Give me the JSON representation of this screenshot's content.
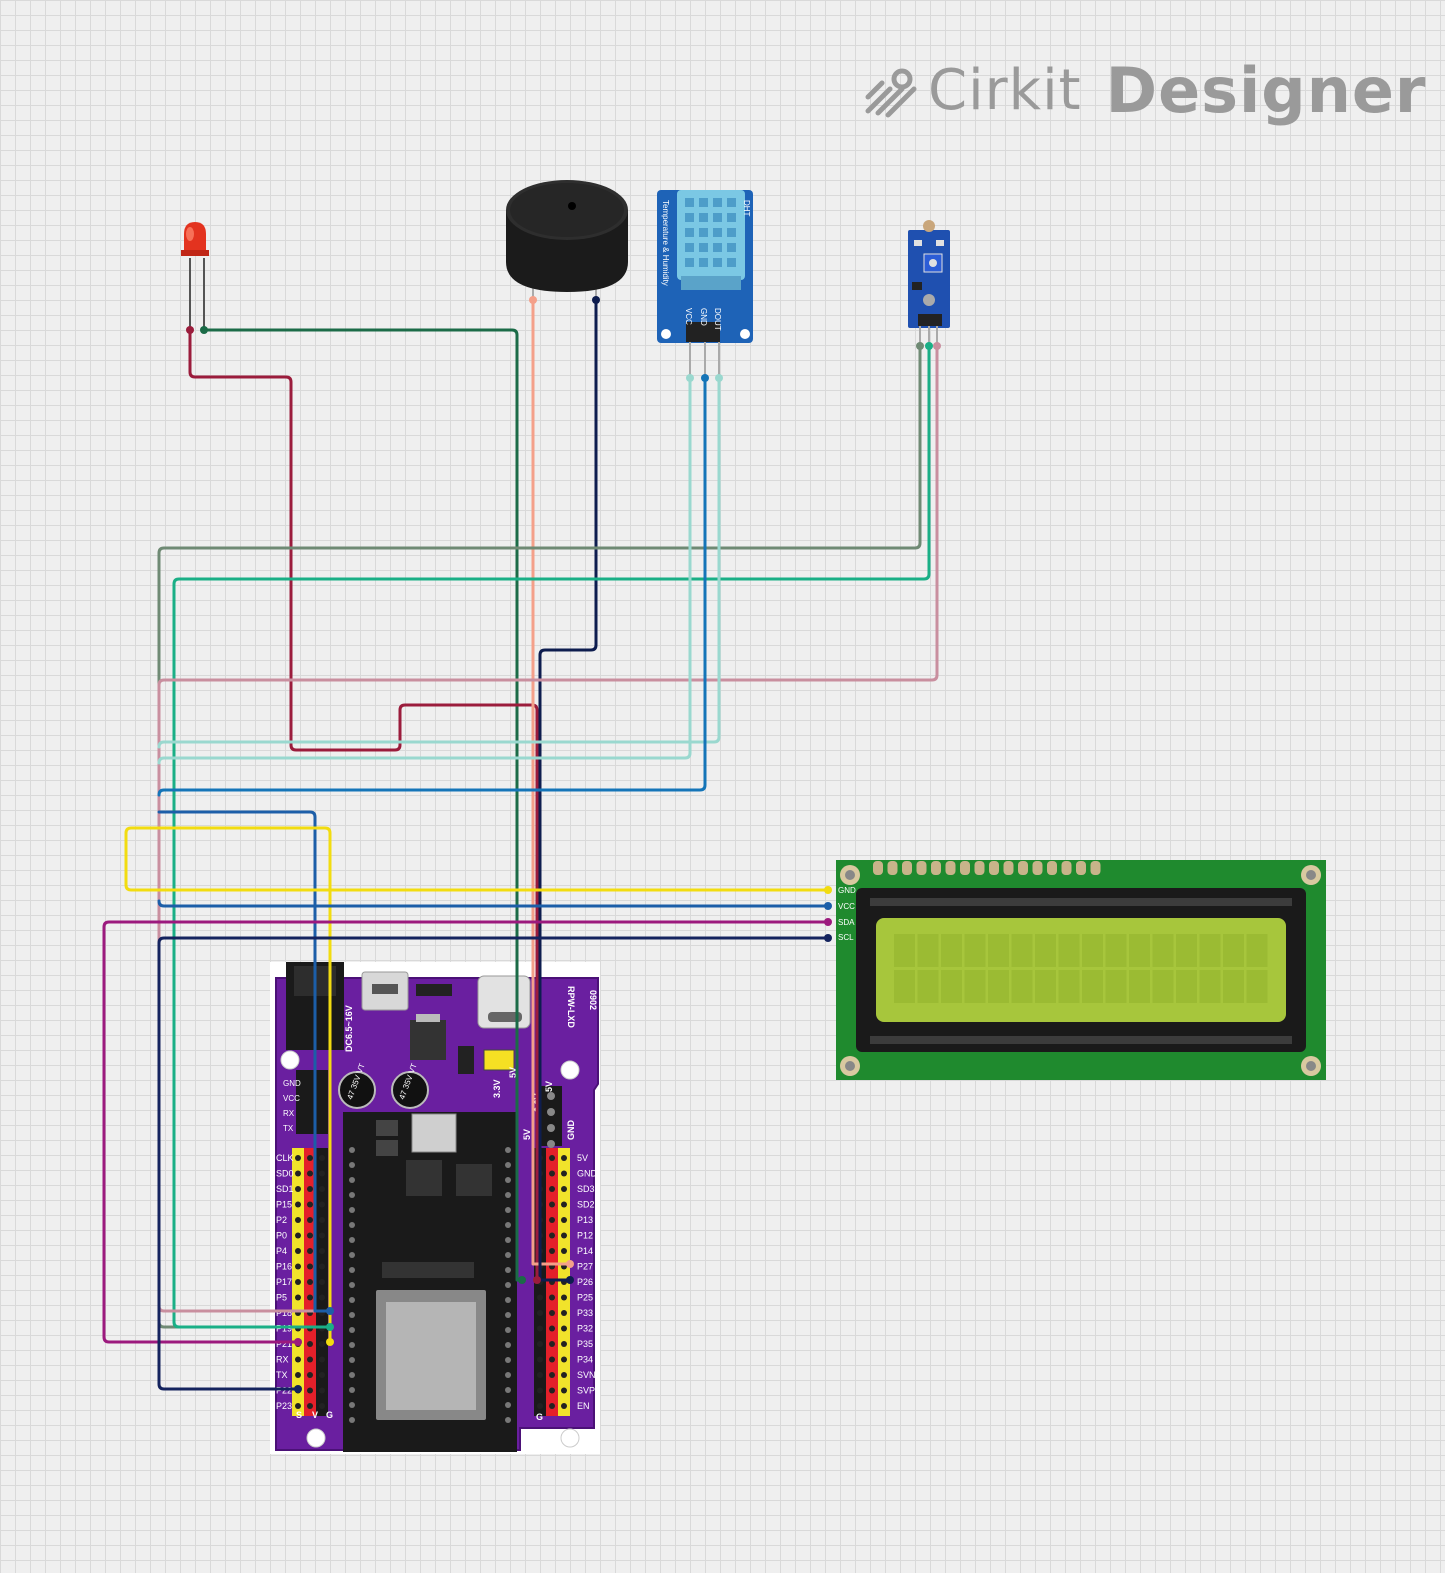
{
  "brand": {
    "name_part1": "Cirkit",
    "name_part2": "Designer",
    "icon": "cirkit-logo-icon"
  },
  "components": {
    "led": {
      "icon": "red-led-icon"
    },
    "buzzer": {
      "icon": "buzzer-icon"
    },
    "dht11": {
      "side_text": "Temperature & Humidity",
      "pins": [
        "VCC",
        "GND",
        "DOUT"
      ],
      "top_text": "DHT"
    },
    "ldr_module": {
      "icon": "light-sensor-module-icon"
    },
    "lcd": {
      "pins": [
        "GND",
        "VCC",
        "SDA",
        "SCL"
      ]
    },
    "esp32_board": {
      "power_text": "DC6.5~16V",
      "jumper_labels": [
        "3.3V",
        "5V"
      ],
      "header_labels": [
        "5V",
        "3.3V",
        "5V",
        "GND"
      ],
      "side_code": "0902",
      "side_name": "RPW-LXD",
      "cap_labels": [
        "47 35V VT",
        "47 35V VT"
      ],
      "uart_labels": [
        "GND",
        "VCC",
        "RX",
        "TX"
      ],
      "left_labels": [
        "CLK",
        "SD0",
        "SD1",
        "P15",
        "P2",
        "P0",
        "P4",
        "P16",
        "P17",
        "P5",
        "P18",
        "P19",
        "P21",
        "RX",
        "TX",
        "P22",
        "P23"
      ],
      "right_labels": [
        "5V",
        "GND",
        "SD3",
        "SD2",
        "P13",
        "P12",
        "P14",
        "P27",
        "P26",
        "P25",
        "P33",
        "P32",
        "P35",
        "P34",
        "SVN",
        "SVP",
        "EN"
      ],
      "bottom_labels": [
        "S",
        "V",
        "G"
      ],
      "bottom_right_label": "G"
    }
  },
  "colors": {
    "wire_green_dark": "#1b6b47",
    "wire_maroon": "#9b1c3c",
    "wire_salmon": "#f4a08a",
    "wire_navy": "#0e1d4f",
    "wire_sage": "#6f8a74",
    "wire_teal": "#1aaf86",
    "wire_pink": "#c98f9f",
    "wire_mint": "#9ad8cf",
    "wire_blue": "#1575b8",
    "wire_blue2": "#1c5ea8",
    "wire_yellow": "#f2dc10",
    "wire_purple": "#9c1a7e",
    "wire_navy2": "#14235e",
    "board_purple": "#6a1fa0",
    "lcd_green": "#1f8a2e",
    "lcd_screen": "#a7c63c"
  }
}
